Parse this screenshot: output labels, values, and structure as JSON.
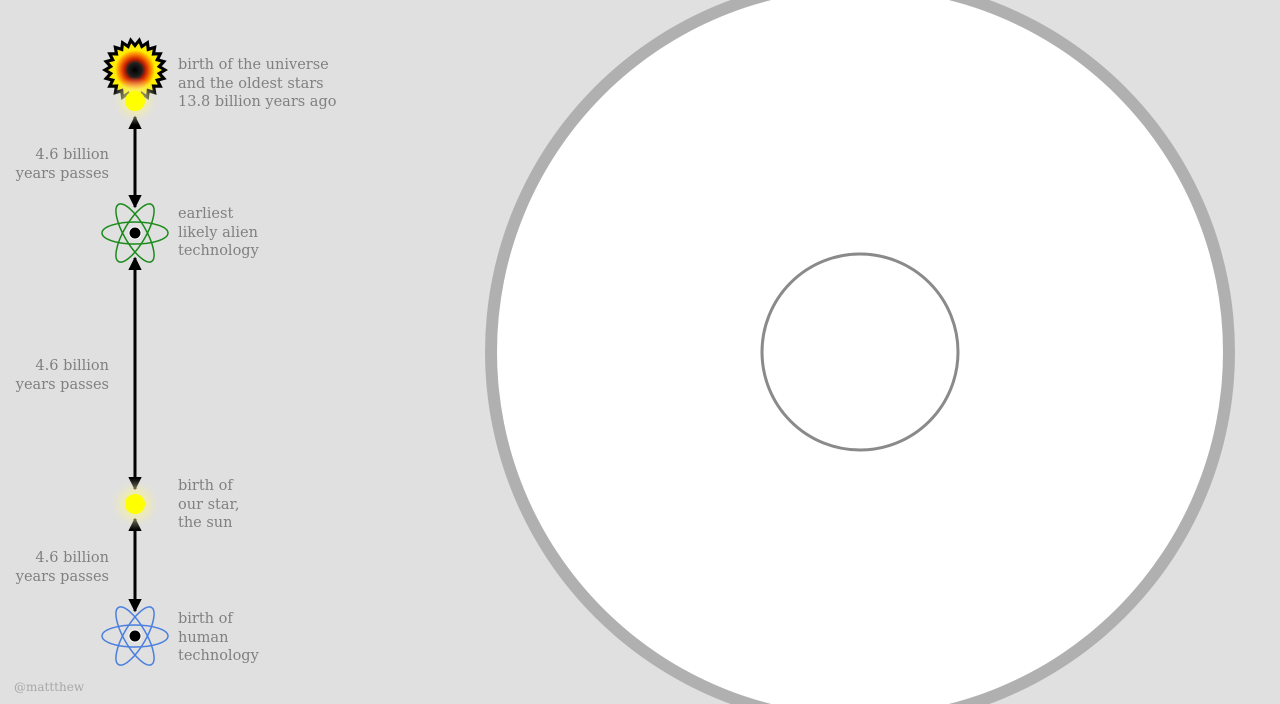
{
  "timeline": {
    "events": [
      {
        "id": "universe",
        "text": "birth of the universe\nand the oldest stars\n13.8 billion years ago",
        "icon": "big-bang-icon"
      },
      {
        "id": "alien",
        "text": "earliest\nlikely alien\ntechnology",
        "icon": "green-atom-icon"
      },
      {
        "id": "sun",
        "text": "birth of\nour star,\nthe sun",
        "icon": "sun-icon"
      },
      {
        "id": "human",
        "text": "birth of\nhuman\ntechnology",
        "icon": "blue-atom-icon"
      }
    ],
    "spans": [
      {
        "text": "4.6 billion\nyears passes"
      },
      {
        "text": "4.6 billion\nyears passes"
      },
      {
        "text": "4.6 billion\nyears passes"
      }
    ]
  },
  "credit": "@mattthew",
  "colors": {
    "background": "#e0e0e0",
    "label": "#808080",
    "alien_atom": "#1a8a1a",
    "human_atom": "#4a7fe0",
    "sun": "#ffff00",
    "disc": "#ffffff",
    "disc_border": "#b0b0b0",
    "inner_ring": "#8a8a8a"
  }
}
